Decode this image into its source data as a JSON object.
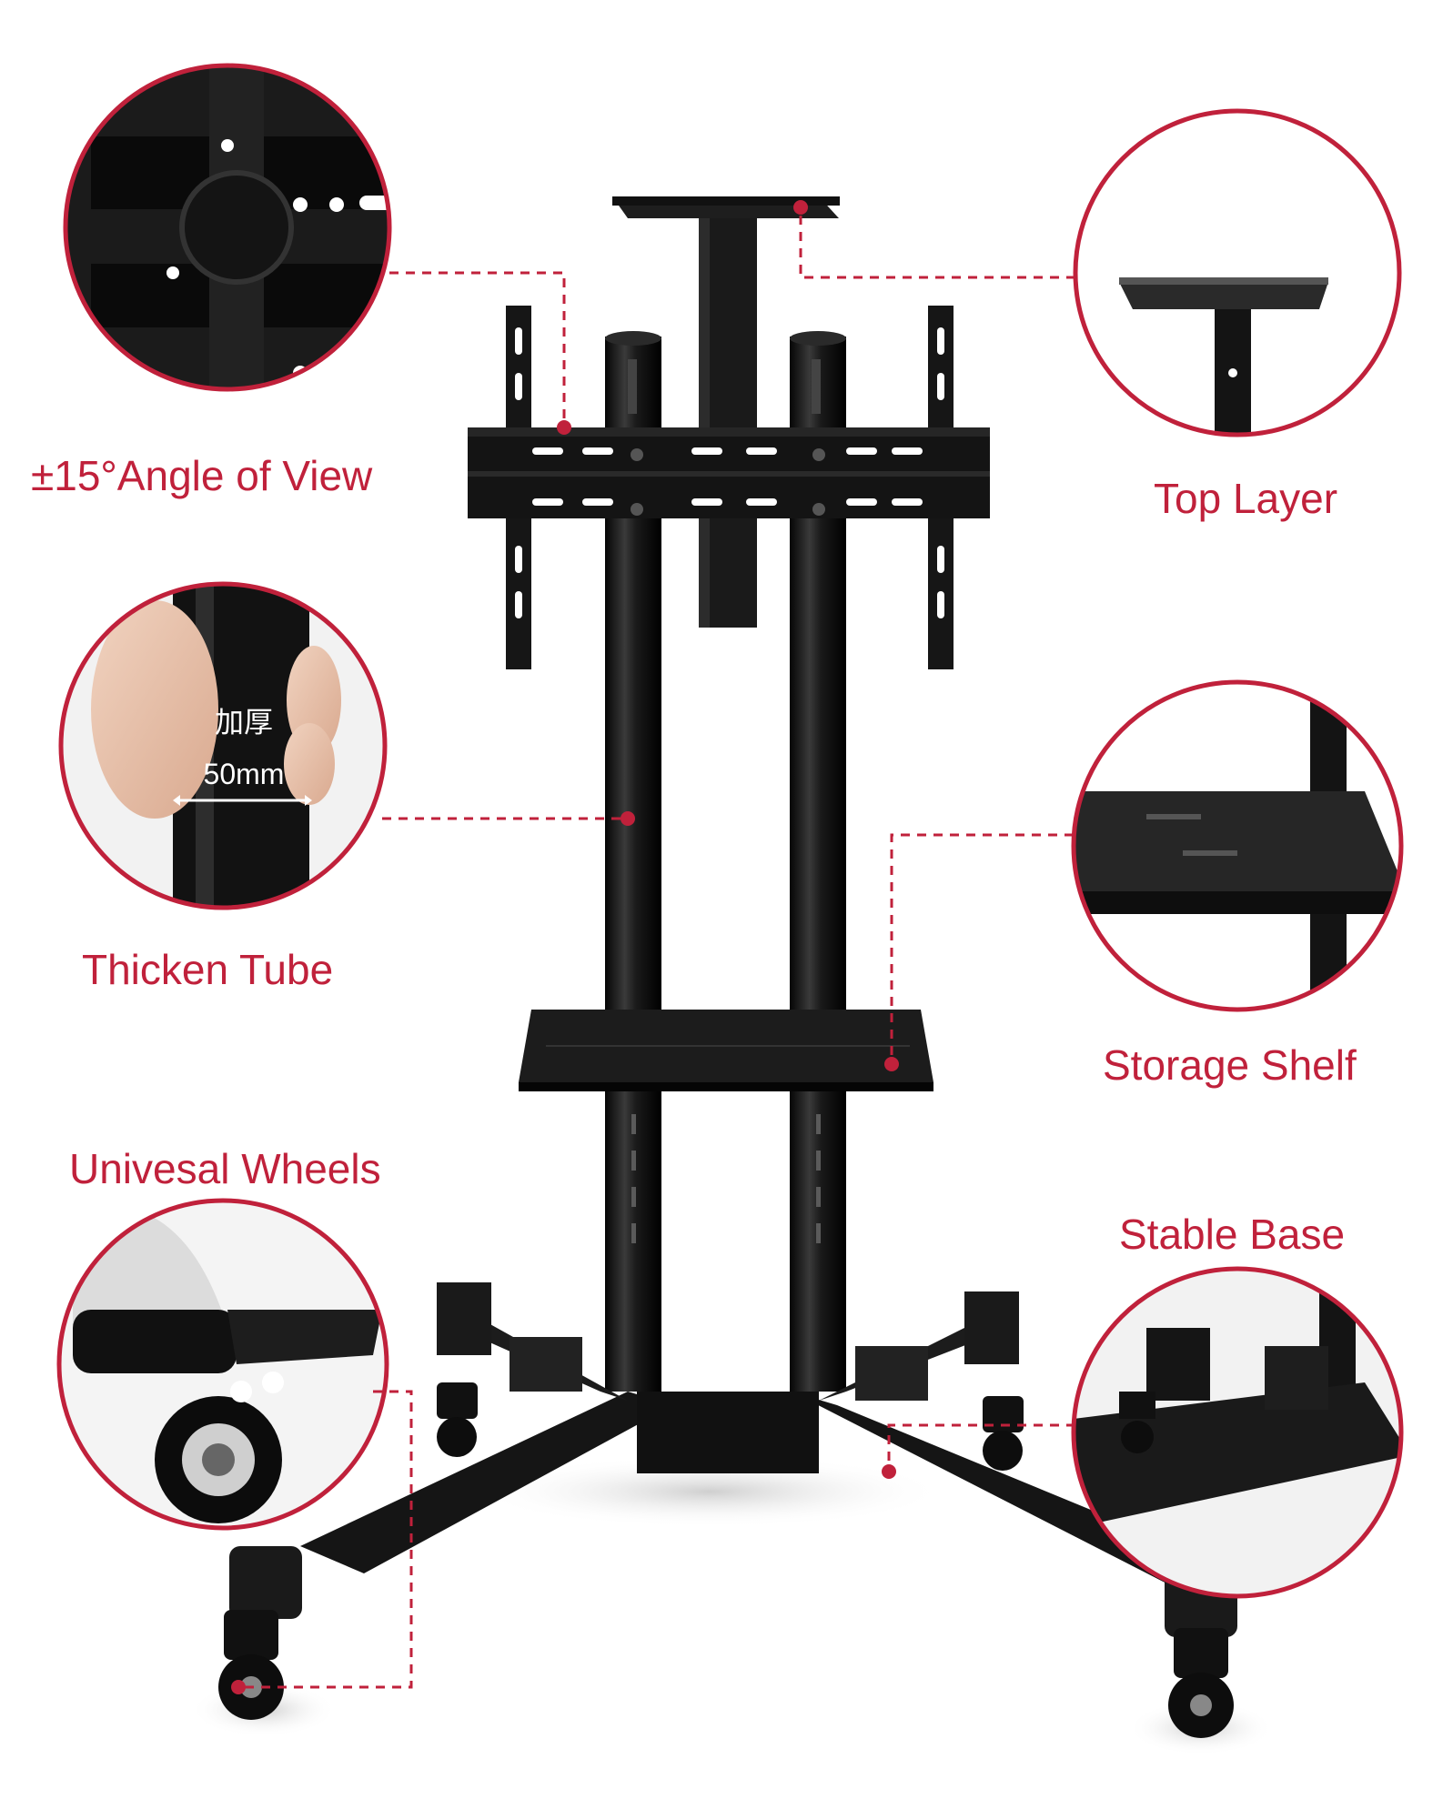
{
  "callouts": {
    "angle_of_view": "±15°Angle of View",
    "top_layer": "Top Layer",
    "thicken_tube": "Thicken Tube",
    "storage_shelf": "Storage Shelf",
    "univesal_wheels": "Univesal Wheels",
    "stable_base": "Stable Base"
  },
  "tube_detail": {
    "chinese_text": "加厚",
    "diameter": "50mm"
  },
  "colors": {
    "accent": "#c0213b",
    "metal": "#141414",
    "background": "#ffffff"
  }
}
